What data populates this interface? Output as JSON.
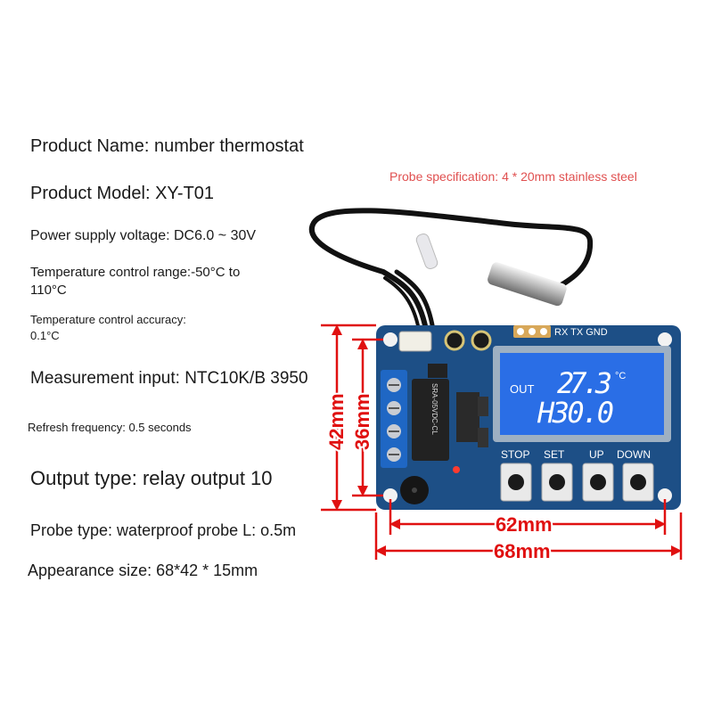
{
  "specs": {
    "name": "Product Name: number thermostat",
    "model": "Product Model: XY-T01",
    "power": "Power supply voltage: DC6.0 ~ 30V",
    "range_line1": "Temperature control range:-50°C to",
    "range_line2": "110°C",
    "accuracy_line1": "Temperature control accuracy:",
    "accuracy_line2": "0.1°C",
    "measurement": "Measurement input: NTC10K/B 3950",
    "refresh": "Refresh frequency: 0.5 seconds",
    "output": "Output type: relay output 10",
    "probe": "Probe type: waterproof probe L: o.5m",
    "size": "Appearance size: 68*42 * 15mm"
  },
  "probe_spec": "Probe specification: 4 * 20mm stainless steel",
  "board": {
    "header_label": "RX TX GND",
    "lcd_mode": "OUT",
    "lcd_temp": "27.3",
    "lcd_unit": "°C",
    "lcd_setpoint": "H30.0",
    "buttons": [
      "STOP",
      "SET",
      "UP",
      "DOWN"
    ],
    "relay_text_1": "SRA-05VDC-CL"
  },
  "dimensions": {
    "height_outer": "42mm",
    "height_inner": "36mm",
    "width_inner": "62mm",
    "width_outer": "68mm"
  },
  "colors": {
    "pcb": "#1d4f86",
    "lcd": "#2a6ee6",
    "dimension": "#e01010",
    "probe_spec": "#e05050"
  }
}
